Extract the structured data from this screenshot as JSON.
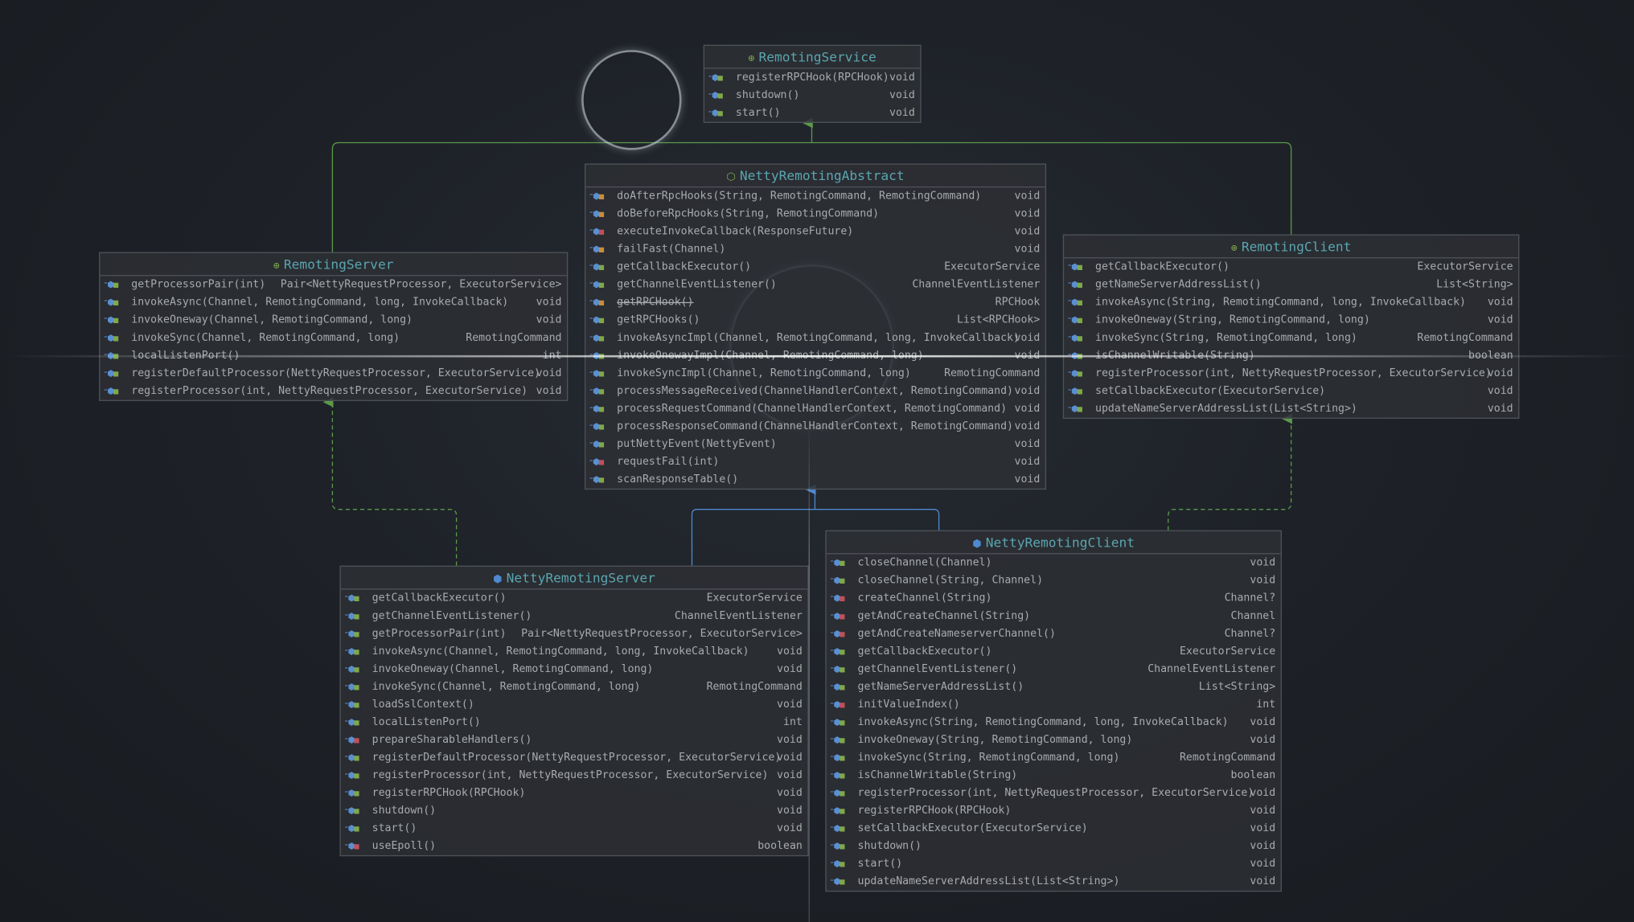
{
  "colors": {
    "header_text": "#5aa6b0",
    "method_text": "#a8abae",
    "inherit_edge": "#5a9a4a",
    "implement_edge": "#4e8ad0"
  },
  "classes": {
    "remoting_service": {
      "title": "RemotingService",
      "icon": "interface-icon",
      "rows": [
        {
          "name": "registerRPCHook(RPCHook)",
          "ret": "void",
          "access": "public"
        },
        {
          "name": "shutdown()",
          "ret": "void",
          "access": "public"
        },
        {
          "name": "start()",
          "ret": "void",
          "access": "public"
        }
      ]
    },
    "netty_remoting_abstract": {
      "title": "NettyRemotingAbstract",
      "icon": "abstract-class-icon",
      "rows": [
        {
          "name": "doAfterRpcHooks(String, RemotingCommand, RemotingCommand)",
          "ret": "void",
          "access": "protected"
        },
        {
          "name": "doBeforeRpcHooks(String, RemotingCommand)",
          "ret": "void",
          "access": "protected"
        },
        {
          "name": "executeInvokeCallback(ResponseFuture)",
          "ret": "void",
          "access": "private"
        },
        {
          "name": "failFast(Channel)",
          "ret": "void",
          "access": "protected"
        },
        {
          "name": "getCallbackExecutor()",
          "ret": "ExecutorService",
          "access": "public"
        },
        {
          "name": "getChannelEventListener()",
          "ret": "ChannelEventListener",
          "access": "public"
        },
        {
          "name": "getRPCHook()",
          "ret": "RPCHook",
          "access": "protected",
          "deprecated": true
        },
        {
          "name": "getRPCHooks()",
          "ret": "List<RPCHook>",
          "access": "public"
        },
        {
          "name": "invokeAsyncImpl(Channel, RemotingCommand, long, InvokeCallback)",
          "ret": "void",
          "access": "public"
        },
        {
          "name": "invokeOnewayImpl(Channel, RemotingCommand, long)",
          "ret": "void",
          "access": "public"
        },
        {
          "name": "invokeSyncImpl(Channel, RemotingCommand, long)",
          "ret": "RemotingCommand",
          "access": "public"
        },
        {
          "name": "processMessageReceived(ChannelHandlerContext, RemotingCommand)",
          "ret": "void",
          "access": "public"
        },
        {
          "name": "processRequestCommand(ChannelHandlerContext, RemotingCommand)",
          "ret": "void",
          "access": "public"
        },
        {
          "name": "processResponseCommand(ChannelHandlerContext, RemotingCommand)",
          "ret": "void",
          "access": "public"
        },
        {
          "name": "putNettyEvent(NettyEvent)",
          "ret": "void",
          "access": "public"
        },
        {
          "name": "requestFail(int)",
          "ret": "void",
          "access": "private"
        },
        {
          "name": "scanResponseTable()",
          "ret": "void",
          "access": "public"
        }
      ]
    },
    "remoting_server": {
      "title": "RemotingServer",
      "icon": "interface-icon",
      "rows": [
        {
          "name": "getProcessorPair(int)",
          "ret": "Pair<NettyRequestProcessor, ExecutorService>",
          "access": "public"
        },
        {
          "name": "invokeAsync(Channel, RemotingCommand, long, InvokeCallback)",
          "ret": "void",
          "access": "public"
        },
        {
          "name": "invokeOneway(Channel, RemotingCommand, long)",
          "ret": "void",
          "access": "public"
        },
        {
          "name": "invokeSync(Channel, RemotingCommand, long)",
          "ret": "RemotingCommand",
          "access": "public"
        },
        {
          "name": "localListenPort()",
          "ret": "int",
          "access": "public"
        },
        {
          "name": "registerDefaultProcessor(NettyRequestProcessor, ExecutorService)",
          "ret": "void",
          "access": "public"
        },
        {
          "name": "registerProcessor(int, NettyRequestProcessor, ExecutorService)",
          "ret": "void",
          "access": "public"
        }
      ]
    },
    "remoting_client": {
      "title": "RemotingClient",
      "icon": "interface-icon",
      "rows": [
        {
          "name": "getCallbackExecutor()",
          "ret": "ExecutorService",
          "access": "public"
        },
        {
          "name": "getNameServerAddressList()",
          "ret": "List<String>",
          "access": "public"
        },
        {
          "name": "invokeAsync(String, RemotingCommand, long, InvokeCallback)",
          "ret": "void",
          "access": "public"
        },
        {
          "name": "invokeOneway(String, RemotingCommand, long)",
          "ret": "void",
          "access": "public"
        },
        {
          "name": "invokeSync(String, RemotingCommand, long)",
          "ret": "RemotingCommand",
          "access": "public"
        },
        {
          "name": "isChannelWritable(String)",
          "ret": "boolean",
          "access": "public"
        },
        {
          "name": "registerProcessor(int, NettyRequestProcessor, ExecutorService)",
          "ret": "void",
          "access": "public"
        },
        {
          "name": "setCallbackExecutor(ExecutorService)",
          "ret": "void",
          "access": "public"
        },
        {
          "name": "updateNameServerAddressList(List<String>)",
          "ret": "void",
          "access": "public"
        }
      ]
    },
    "netty_remoting_server": {
      "title": "NettyRemotingServer",
      "icon": "class-icon",
      "rows": [
        {
          "name": "getCallbackExecutor()",
          "ret": "ExecutorService",
          "access": "public"
        },
        {
          "name": "getChannelEventListener()",
          "ret": "ChannelEventListener",
          "access": "public"
        },
        {
          "name": "getProcessorPair(int)",
          "ret": "Pair<NettyRequestProcessor, ExecutorService>",
          "access": "public"
        },
        {
          "name": "invokeAsync(Channel, RemotingCommand, long, InvokeCallback)",
          "ret": "void",
          "access": "public"
        },
        {
          "name": "invokeOneway(Channel, RemotingCommand, long)",
          "ret": "void",
          "access": "public"
        },
        {
          "name": "invokeSync(Channel, RemotingCommand, long)",
          "ret": "RemotingCommand",
          "access": "public"
        },
        {
          "name": "loadSslContext()",
          "ret": "void",
          "access": "public"
        },
        {
          "name": "localListenPort()",
          "ret": "int",
          "access": "public"
        },
        {
          "name": "prepareSharableHandlers()",
          "ret": "void",
          "access": "private"
        },
        {
          "name": "registerDefaultProcessor(NettyRequestProcessor, ExecutorService)",
          "ret": "void",
          "access": "public"
        },
        {
          "name": "registerProcessor(int, NettyRequestProcessor, ExecutorService)",
          "ret": "void",
          "access": "public"
        },
        {
          "name": "registerRPCHook(RPCHook)",
          "ret": "void",
          "access": "public"
        },
        {
          "name": "shutdown()",
          "ret": "void",
          "access": "public"
        },
        {
          "name": "start()",
          "ret": "void",
          "access": "public"
        },
        {
          "name": "useEpoll()",
          "ret": "boolean",
          "access": "private"
        }
      ]
    },
    "netty_remoting_client": {
      "title": "NettyRemotingClient",
      "icon": "class-icon",
      "rows": [
        {
          "name": "closeChannel(Channel)",
          "ret": "void",
          "access": "public"
        },
        {
          "name": "closeChannel(String, Channel)",
          "ret": "void",
          "access": "public"
        },
        {
          "name": "createChannel(String)",
          "ret": "Channel?",
          "access": "private"
        },
        {
          "name": "getAndCreateChannel(String)",
          "ret": "Channel",
          "access": "private"
        },
        {
          "name": "getAndCreateNameserverChannel()",
          "ret": "Channel?",
          "access": "private"
        },
        {
          "name": "getCallbackExecutor()",
          "ret": "ExecutorService",
          "access": "public"
        },
        {
          "name": "getChannelEventListener()",
          "ret": "ChannelEventListener",
          "access": "public"
        },
        {
          "name": "getNameServerAddressList()",
          "ret": "List<String>",
          "access": "public"
        },
        {
          "name": "initValueIndex()",
          "ret": "int",
          "access": "private"
        },
        {
          "name": "invokeAsync(String, RemotingCommand, long, InvokeCallback)",
          "ret": "void",
          "access": "public"
        },
        {
          "name": "invokeOneway(String, RemotingCommand, long)",
          "ret": "void",
          "access": "public"
        },
        {
          "name": "invokeSync(String, RemotingCommand, long)",
          "ret": "RemotingCommand",
          "access": "public"
        },
        {
          "name": "isChannelWritable(String)",
          "ret": "boolean",
          "access": "public"
        },
        {
          "name": "registerProcessor(int, NettyRequestProcessor, ExecutorService)",
          "ret": "void",
          "access": "public"
        },
        {
          "name": "registerRPCHook(RPCHook)",
          "ret": "void",
          "access": "public"
        },
        {
          "name": "setCallbackExecutor(ExecutorService)",
          "ret": "void",
          "access": "public"
        },
        {
          "name": "shutdown()",
          "ret": "void",
          "access": "public"
        },
        {
          "name": "start()",
          "ret": "void",
          "access": "public"
        },
        {
          "name": "updateNameServerAddressList(List<String>)",
          "ret": "void",
          "access": "public"
        }
      ]
    }
  }
}
